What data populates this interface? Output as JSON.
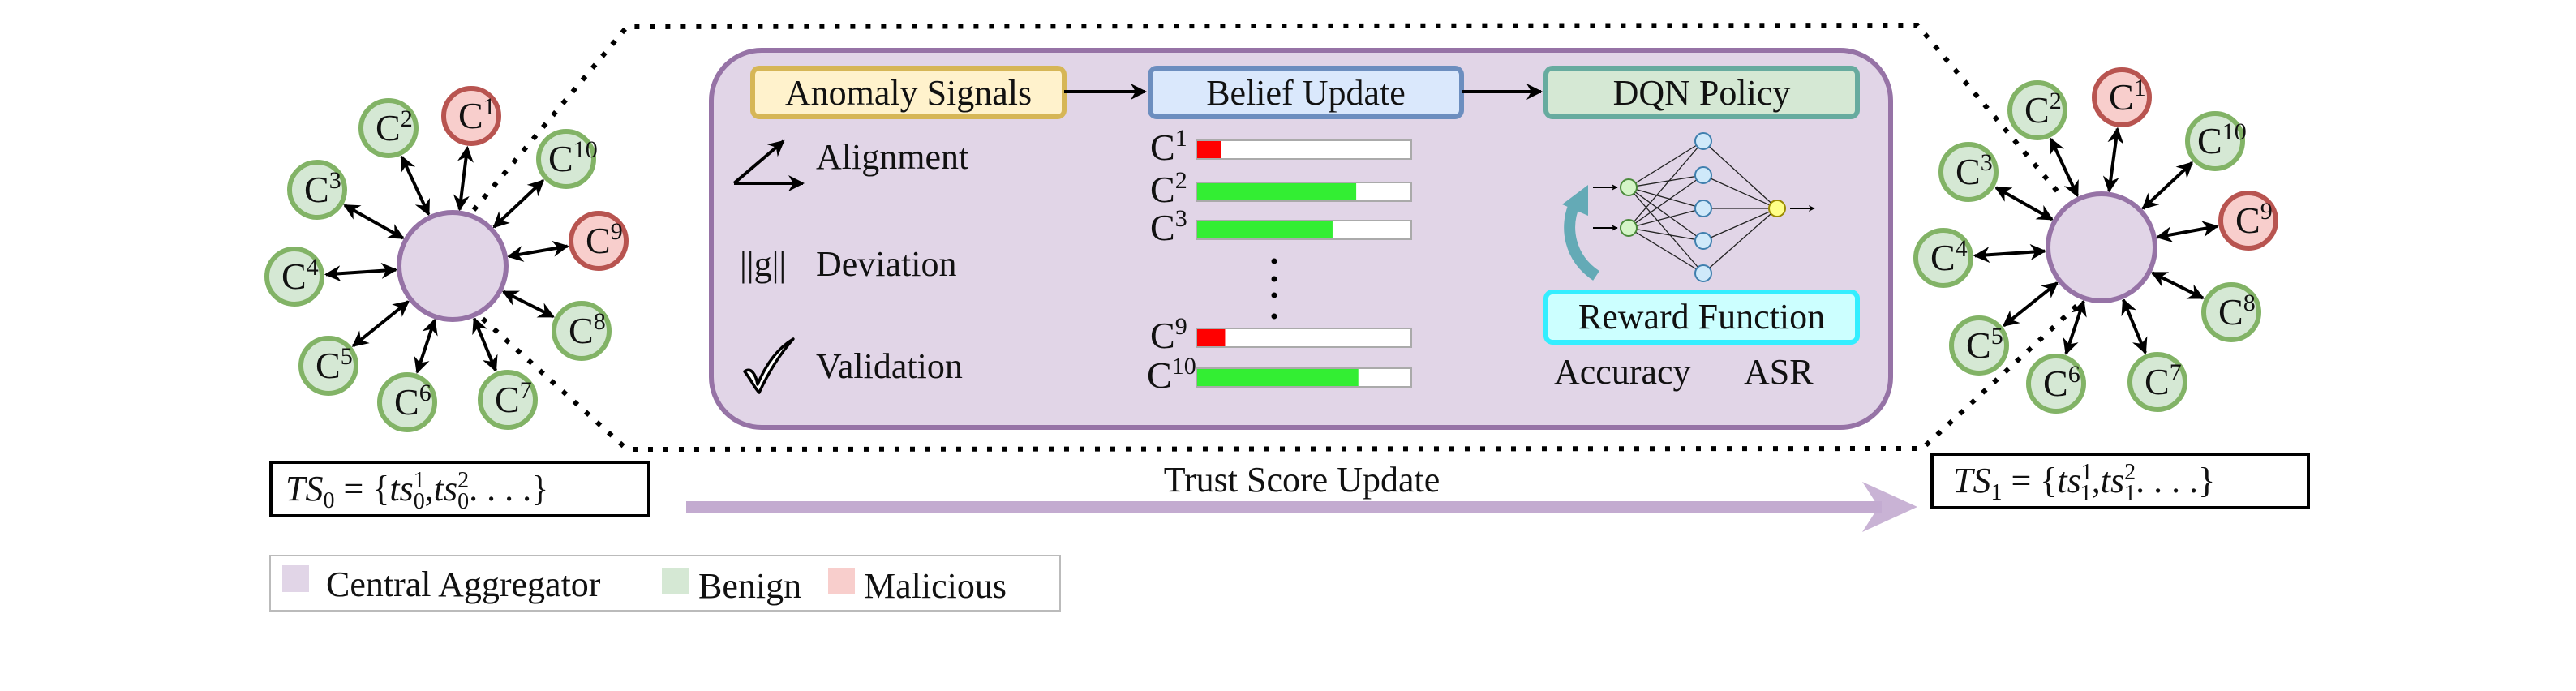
{
  "colors": {
    "aggregator_fill": "#e1d5e7",
    "aggregator_stroke": "#9673a6",
    "benign_fill": "#d5e8d4",
    "benign_stroke": "#82b366",
    "malicious_fill": "#f8cecc",
    "malicious_stroke": "#b85450",
    "bar_benign": "#33ee33",
    "bar_malicious": "#ff0000",
    "trust_arrow": "#c3abd0",
    "reward_arrow": "#4fa3ae"
  },
  "clusters": {
    "before": {
      "clients": [
        {
          "label": "C",
          "index": "1",
          "status": "malicious"
        },
        {
          "label": "C",
          "index": "2",
          "status": "benign"
        },
        {
          "label": "C",
          "index": "3",
          "status": "benign"
        },
        {
          "label": "C",
          "index": "4",
          "status": "benign"
        },
        {
          "label": "C",
          "index": "5",
          "status": "benign"
        },
        {
          "label": "C",
          "index": "6",
          "status": "benign"
        },
        {
          "label": "C",
          "index": "7",
          "status": "benign"
        },
        {
          "label": "C",
          "index": "8",
          "status": "benign"
        },
        {
          "label": "C",
          "index": "9",
          "status": "malicious"
        },
        {
          "label": "C",
          "index": "10",
          "status": "benign"
        }
      ],
      "trust_set": {
        "symbol": "TS",
        "round": "0",
        "open": " = {",
        "element": "ts",
        "members": [
          "1",
          "2"
        ],
        "sep": ",",
        "ellipsis": ". . . .",
        "close": "}"
      }
    },
    "after": {
      "clients": [
        {
          "label": "C",
          "index": "1",
          "status": "malicious"
        },
        {
          "label": "C",
          "index": "2",
          "status": "benign"
        },
        {
          "label": "C",
          "index": "3",
          "status": "benign"
        },
        {
          "label": "C",
          "index": "4",
          "status": "benign"
        },
        {
          "label": "C",
          "index": "5",
          "status": "benign"
        },
        {
          "label": "C",
          "index": "6",
          "status": "benign"
        },
        {
          "label": "C",
          "index": "7",
          "status": "benign"
        },
        {
          "label": "C",
          "index": "8",
          "status": "benign"
        },
        {
          "label": "C",
          "index": "9",
          "status": "malicious"
        },
        {
          "label": "C",
          "index": "10",
          "status": "benign"
        }
      ],
      "trust_set": {
        "symbol": "TS",
        "round": "1",
        "open": " = {",
        "element": "ts",
        "members": [
          "1",
          "2"
        ],
        "sep": ",",
        "ellipsis": ". . . .",
        "close": "}"
      }
    }
  },
  "pipeline": {
    "anomaly_signals": {
      "title": "Anomaly Signals",
      "signals": [
        {
          "icon": "alignment-arrows-icon",
          "label": "Alignment"
        },
        {
          "icon": "norm-icon",
          "symbol": "||g||",
          "label": "Deviation"
        },
        {
          "icon": "checkmark-icon",
          "label": "Validation"
        }
      ]
    },
    "belief_update": {
      "title": "Belief Update",
      "rows": [
        {
          "label": "C",
          "index": "1",
          "score": 0.11,
          "status": "malicious"
        },
        {
          "label": "C",
          "index": "2",
          "score": 0.74,
          "status": "benign"
        },
        {
          "label": "C",
          "index": "3",
          "score": 0.63,
          "status": "benign"
        },
        {
          "label": "C",
          "index": "9",
          "score": 0.13,
          "status": "malicious"
        },
        {
          "label": "C",
          "index": "10",
          "score": 0.75,
          "status": "benign"
        }
      ]
    },
    "dqn_policy": {
      "title": "DQN Policy",
      "network_layers": [
        2,
        5,
        1
      ]
    },
    "reward_function": {
      "title": "Reward Function",
      "terms": [
        "Accuracy",
        "ASR"
      ]
    }
  },
  "trust_update_label": "Trust Score Update",
  "legend": {
    "items": [
      {
        "label": "Central Aggregator",
        "color": "#e1d5e7"
      },
      {
        "label": "Benign",
        "color": "#d5e8d4"
      },
      {
        "label": "Malicious",
        "color": "#f8cecc"
      }
    ]
  }
}
